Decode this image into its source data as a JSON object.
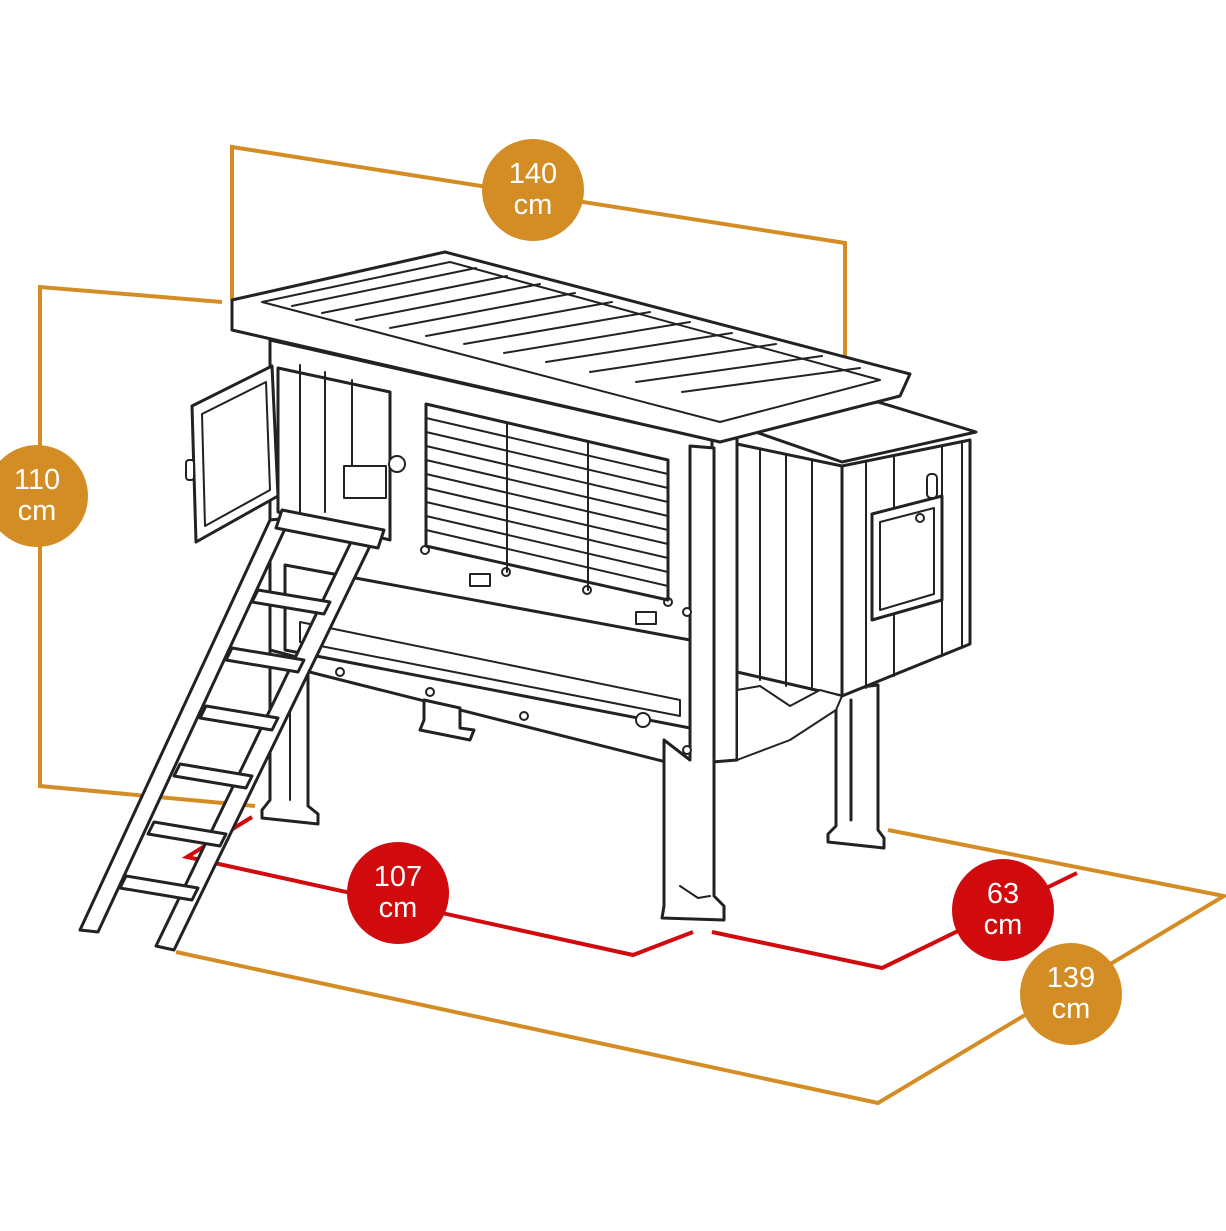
{
  "colors": {
    "outer_dimension": "#D38D24",
    "inner_dimension": "#D10A0E",
    "line_art": "#222222",
    "badge_text": "#FFFFFF"
  },
  "dimensions": {
    "width": {
      "value": "140",
      "unit": "cm"
    },
    "height": {
      "value": "110",
      "unit": "cm"
    },
    "depth": {
      "value": "139",
      "unit": "cm"
    },
    "inner_width": {
      "value": "107",
      "unit": "cm"
    },
    "inner_depth": {
      "value": "63",
      "unit": "cm"
    }
  }
}
